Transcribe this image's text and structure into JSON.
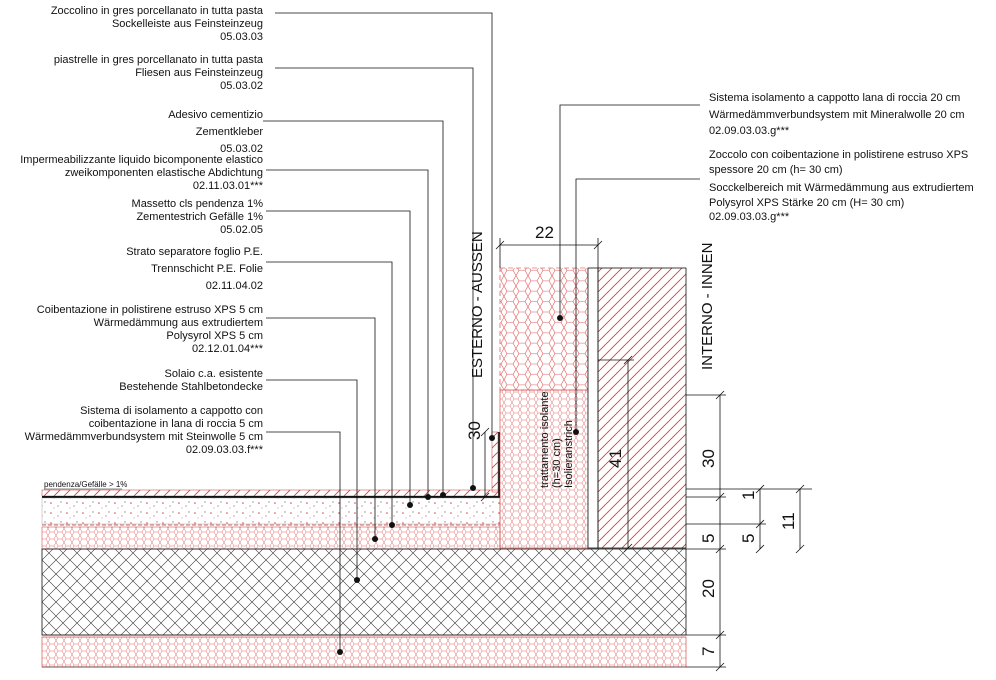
{
  "labels_left": [
    {
      "lines": [
        "Zoccolino in gres porcellanato in tutta pasta",
        "Sockelleiste aus Feinsteinzeug",
        "05.03.03"
      ]
    },
    {
      "lines": [
        "piastrelle in gres porcellanato in tutta pasta",
        "Fliesen aus Feinsteinzeug",
        "05.03.02"
      ]
    },
    {
      "lines": [
        "Adesivo cementizio",
        "Zementkleber",
        "05.03.02"
      ]
    },
    {
      "lines": [
        "Impermeabilizzante liquido bicomponente elastico",
        "zweikomponenten elastische Abdichtung",
        "02.11.03.01***"
      ]
    },
    {
      "lines": [
        "Massetto cls pendenza 1%",
        "Zementestrich Gefälle 1%",
        "05.02.05"
      ]
    },
    {
      "lines": [
        "Strato separatore foglio P.E.",
        "Trennschicht P.E. Folie",
        "02.11.04.02"
      ]
    },
    {
      "lines": [
        "Coibentazione in polistirene estruso XPS 5 cm",
        "Wärmedämmung aus extrudiertem",
        "Polysyrol XPS 5 cm",
        "02.12.01.04***"
      ]
    },
    {
      "lines": [
        "Solaio c.a. esistente",
        "Bestehende Stahlbetondecke"
      ]
    },
    {
      "lines": [
        "Sistema di isolamento a cappotto con",
        "coibentazione in lana di roccia 5 cm",
        "Wärmedämmverbundsystem mit Steinwolle 5 cm",
        "02.09.03.03.f***"
      ]
    }
  ],
  "labels_right": [
    {
      "lines": [
        "Sistema isolamento a cappotto lana di roccia 20 cm",
        "Wärmedämmverbundsystem mit Mineralwolle 20 cm",
        "02.09.03.03.g***"
      ]
    },
    {
      "lines": [
        "Zoccolo con coibentazione in polistirene estruso XPS",
        "spessore 20 cm (h= 30 cm)",
        "Socckelbereich mit Wärmedämmung aus extrudiertem",
        "Polysyrol XPS Stärke 20 cm (H= 30 cm)",
        "02.09.03.03.g***"
      ]
    }
  ],
  "side_labels": {
    "exterior": "ESTERNO - AUSSEN",
    "interior": "INTERNO - INNEN",
    "treatment": [
      "trattamento isolante",
      "(h=30 cm)",
      "Isolieranstrich"
    ]
  },
  "slope_note": "pendenza/Gefälle > 1%",
  "dimensions": {
    "wall_thickness": "22",
    "plinth_height_left": "30",
    "height_41": "41",
    "right_30": "30",
    "right_5a": "5",
    "right_11": "11",
    "right_1": "1",
    "right_5b": "5",
    "right_20": "20",
    "right_7": "7"
  }
}
